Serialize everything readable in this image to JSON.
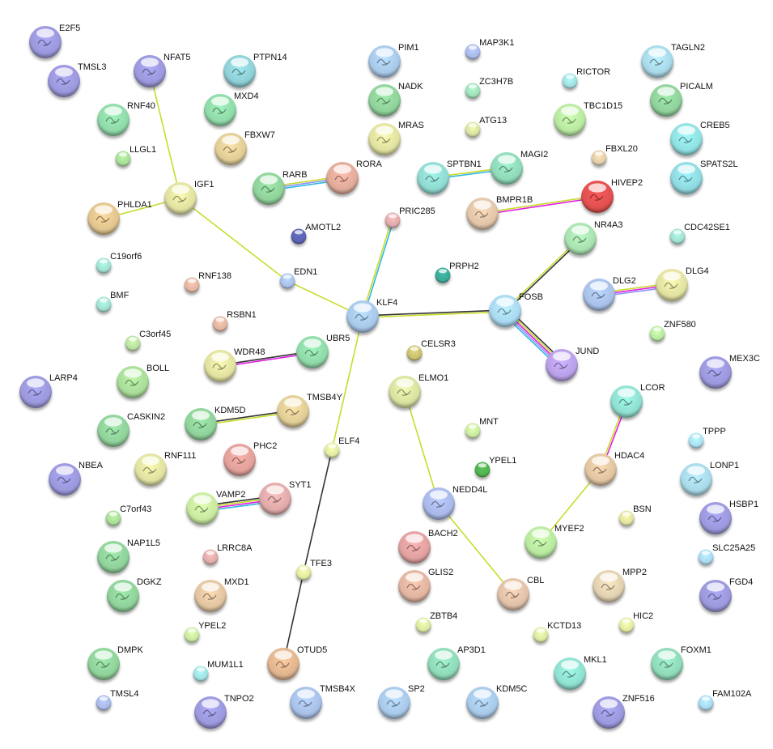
{
  "network": {
    "nodes": [
      {
        "name": "E2F5",
        "color": "#9b98dc"
      },
      {
        "name": "TMSL3",
        "color": "#9b98dc"
      },
      {
        "name": "NFAT5",
        "color": "#9b98dc"
      },
      {
        "name": "PTPN14",
        "color": "#8fcfd6"
      },
      {
        "name": "MXD4",
        "color": "#8fd9a8"
      },
      {
        "name": "FBXW7",
        "color": "#e0cc96"
      },
      {
        "name": "RNF40",
        "color": "#8fd9a8"
      },
      {
        "name": "LLGL1",
        "color": "#a8dc98"
      },
      {
        "name": "IGF1",
        "color": "#e0e0a0"
      },
      {
        "name": "PHLDA1",
        "color": "#e0c48e"
      },
      {
        "name": "RARB",
        "color": "#8fd19a"
      },
      {
        "name": "RORA",
        "color": "#e0aa9a"
      },
      {
        "name": "AMOTL2",
        "color": "#5a63b0"
      },
      {
        "name": "C19orf6",
        "color": "#9fdfd0"
      },
      {
        "name": "RNF138",
        "color": "#e0b4a0"
      },
      {
        "name": "EDN1",
        "color": "#a8c0e8"
      },
      {
        "name": "BMF",
        "color": "#9fdfd0"
      },
      {
        "name": "RSBN1",
        "color": "#e0b4a0"
      },
      {
        "name": "C3orf45",
        "color": "#b8e0a0"
      },
      {
        "name": "WDR48",
        "color": "#e0e0a0"
      },
      {
        "name": "UBR5",
        "color": "#8fd9a8"
      },
      {
        "name": "KLF4",
        "color": "#a8c8e8"
      },
      {
        "name": "BOLL",
        "color": "#a8dc98"
      },
      {
        "name": "LARP4",
        "color": "#9b98dc"
      },
      {
        "name": "CASKIN2",
        "color": "#8fd19a"
      },
      {
        "name": "KDM5D",
        "color": "#8fd19a"
      },
      {
        "name": "TMSB4Y",
        "color": "#e0cc96"
      },
      {
        "name": "NBEA",
        "color": "#9b98dc"
      },
      {
        "name": "RNF111",
        "color": "#e0e0a0"
      },
      {
        "name": "PHC2",
        "color": "#e0a09a"
      },
      {
        "name": "ELF4",
        "color": "#e0e8a0"
      },
      {
        "name": "VAMP2",
        "color": "#c8e8a0"
      },
      {
        "name": "SYT1",
        "color": "#e0aaaa"
      },
      {
        "name": "C7orf43",
        "color": "#a8dc98"
      },
      {
        "name": "NAP1L5",
        "color": "#8fd19a"
      },
      {
        "name": "LRRC8A",
        "color": "#e0aaaa"
      },
      {
        "name": "DGKZ",
        "color": "#8fd19a"
      },
      {
        "name": "MXD1",
        "color": "#e0c4a0"
      },
      {
        "name": "TFE3",
        "color": "#e0e8a0"
      },
      {
        "name": "YPEL2",
        "color": "#c8e8a0"
      },
      {
        "name": "DMPK",
        "color": "#8fd19a"
      },
      {
        "name": "MUM1L1",
        "color": "#9fdfe0"
      },
      {
        "name": "OTUD5",
        "color": "#e0b48e"
      },
      {
        "name": "TMSL4",
        "color": "#a8b8e8"
      },
      {
        "name": "TNPO2",
        "color": "#9b98dc"
      },
      {
        "name": "TMSB4X",
        "color": "#a8c0e8"
      },
      {
        "name": "PIM1",
        "color": "#a8c8e8"
      },
      {
        "name": "NADK",
        "color": "#8fd19a"
      },
      {
        "name": "MRAS",
        "color": "#e0e0a0"
      },
      {
        "name": "MAP3K1",
        "color": "#a8b8e8"
      },
      {
        "name": "ZC3H7B",
        "color": "#9fdfb8"
      },
      {
        "name": "ATG13",
        "color": "#d8e0a0"
      },
      {
        "name": "SPTBN1",
        "color": "#8fd9d0"
      },
      {
        "name": "MAGI2",
        "color": "#8fd9b8"
      },
      {
        "name": "PRIC285",
        "color": "#e0aaaa"
      },
      {
        "name": "BMPR1B",
        "color": "#e0c4a8"
      },
      {
        "name": "PRPH2",
        "color": "#3aa898"
      },
      {
        "name": "CELSR3",
        "color": "#c8c070"
      },
      {
        "name": "ELMO1",
        "color": "#d8e0a0"
      },
      {
        "name": "FOSB",
        "color": "#a8d8f0"
      },
      {
        "name": "JUND",
        "color": "#b8a0e8"
      },
      {
        "name": "NR4A3",
        "color": "#a8e0b0"
      },
      {
        "name": "HIVEP2",
        "color": "#e05050"
      },
      {
        "name": "FBXL20",
        "color": "#e0cca8"
      },
      {
        "name": "RICTOR",
        "color": "#9fdfe0"
      },
      {
        "name": "TBC1D15",
        "color": "#b8e8a0"
      },
      {
        "name": "TAGLN2",
        "color": "#a8d8e8"
      },
      {
        "name": "PICALM",
        "color": "#8fd19a"
      },
      {
        "name": "CREB5",
        "color": "#8fdfe0"
      },
      {
        "name": "SPATS2L",
        "color": "#8fd9e0"
      },
      {
        "name": "CDC42SE1",
        "color": "#9fdfd0"
      },
      {
        "name": "DLG2",
        "color": "#a8c0e8"
      },
      {
        "name": "DLG4",
        "color": "#e0e0a0"
      },
      {
        "name": "ZNF580",
        "color": "#b8e8a0"
      },
      {
        "name": "MEX3C",
        "color": "#9b98dc"
      },
      {
        "name": "LCOR",
        "color": "#8fdfd0"
      },
      {
        "name": "MNT",
        "color": "#c8e8a0"
      },
      {
        "name": "YPEL1",
        "color": "#50b050"
      },
      {
        "name": "TPPP",
        "color": "#a8e0f0"
      },
      {
        "name": "HDAC4",
        "color": "#e0c4a0"
      },
      {
        "name": "LONP1",
        "color": "#a8d8e8"
      },
      {
        "name": "NEDD4L",
        "color": "#a8b8e8"
      },
      {
        "name": "BSN",
        "color": "#e0e0a0"
      },
      {
        "name": "HSBP1",
        "color": "#9b98dc"
      },
      {
        "name": "MYEF2",
        "color": "#b8e8a0"
      },
      {
        "name": "BACH2",
        "color": "#e0a0a0"
      },
      {
        "name": "SLC25A25",
        "color": "#a8d8f0"
      },
      {
        "name": "GLIS2",
        "color": "#e0b4a0"
      },
      {
        "name": "CBL",
        "color": "#e0c0a8"
      },
      {
        "name": "MPP2",
        "color": "#e0d0b0"
      },
      {
        "name": "FGD4",
        "color": "#9b98dc"
      },
      {
        "name": "ZBTB4",
        "color": "#d8e8a0"
      },
      {
        "name": "KCTD13",
        "color": "#d8e8a0"
      },
      {
        "name": "HIC2",
        "color": "#e0e8a0"
      },
      {
        "name": "AP3D1",
        "color": "#8fd9b8"
      },
      {
        "name": "MKL1",
        "color": "#8fdfd0"
      },
      {
        "name": "FOXM1",
        "color": "#8fd9b8"
      },
      {
        "name": "KDM5C",
        "color": "#a8c8e8"
      },
      {
        "name": "SP2",
        "color": "#a8c8e8"
      },
      {
        "name": "ZNF516",
        "color": "#9b98dc"
      },
      {
        "name": "FAM102A",
        "color": "#a8d8f0"
      }
    ],
    "edges": [
      {
        "a": "NFAT5",
        "b": "IGF1",
        "channels": [
          "#c8dc2c"
        ]
      },
      {
        "a": "PHLDA1",
        "b": "IGF1",
        "channels": [
          "#c8dc2c"
        ]
      },
      {
        "a": "IGF1",
        "b": "EDN1",
        "channels": [
          "#c8dc2c"
        ]
      },
      {
        "a": "EDN1",
        "b": "KLF4",
        "channels": [
          "#c8dc2c"
        ]
      },
      {
        "a": "RARB",
        "b": "RORA",
        "channels": [
          "#c8dc2c",
          "#9090ff",
          "#30b8e0"
        ]
      },
      {
        "a": "KLF4",
        "b": "PRIC285",
        "channels": [
          "#c8dc2c",
          "#30b8e0"
        ]
      },
      {
        "a": "KLF4",
        "b": "FOSB",
        "channels": [
          "#333333",
          "#c8dc2c"
        ]
      },
      {
        "a": "KLF4",
        "b": "ELF4",
        "channels": [
          "#c8dc2c"
        ]
      },
      {
        "a": "ELF4",
        "b": "TFE3",
        "channels": [
          "#333333"
        ]
      },
      {
        "a": "TFE3",
        "b": "OTUD5",
        "channels": [
          "#333333"
        ]
      },
      {
        "a": "SPTBN1",
        "b": "MAGI2",
        "channels": [
          "#c8dc2c",
          "#30b8e0"
        ]
      },
      {
        "a": "BMPR1B",
        "b": "HIVEP2",
        "channels": [
          "#c8dc2c",
          "#e020e0"
        ]
      },
      {
        "a": "FOSB",
        "b": "NR4A3",
        "channels": [
          "#c8dc2c",
          "#333333"
        ]
      },
      {
        "a": "FOSB",
        "b": "JUND",
        "channels": [
          "#333333",
          "#c8dc2c",
          "#e020e0",
          "#9090ff",
          "#30b8e0"
        ]
      },
      {
        "a": "DLG2",
        "b": "DLG4",
        "channels": [
          "#c8dc2c",
          "#e020e0",
          "#9090ff"
        ]
      },
      {
        "a": "WDR48",
        "b": "UBR5",
        "channels": [
          "#333333",
          "#e020e0"
        ]
      },
      {
        "a": "KDM5D",
        "b": "TMSB4Y",
        "channels": [
          "#333333",
          "#c8dc2c"
        ]
      },
      {
        "a": "VAMP2",
        "b": "SYT1",
        "channels": [
          "#333333",
          "#c8dc2c",
          "#e020e0",
          "#30b8e0"
        ]
      },
      {
        "a": "ELMO1",
        "b": "NEDD4L",
        "channels": [
          "#c8dc2c"
        ]
      },
      {
        "a": "NEDD4L",
        "b": "CBL",
        "channels": [
          "#c8dc2c"
        ]
      },
      {
        "a": "LCOR",
        "b": "HDAC4",
        "channels": [
          "#e020e0",
          "#c8dc2c"
        ]
      },
      {
        "a": "HDAC4",
        "b": "MYEF2",
        "channels": [
          "#c8dc2c"
        ]
      }
    ]
  }
}
